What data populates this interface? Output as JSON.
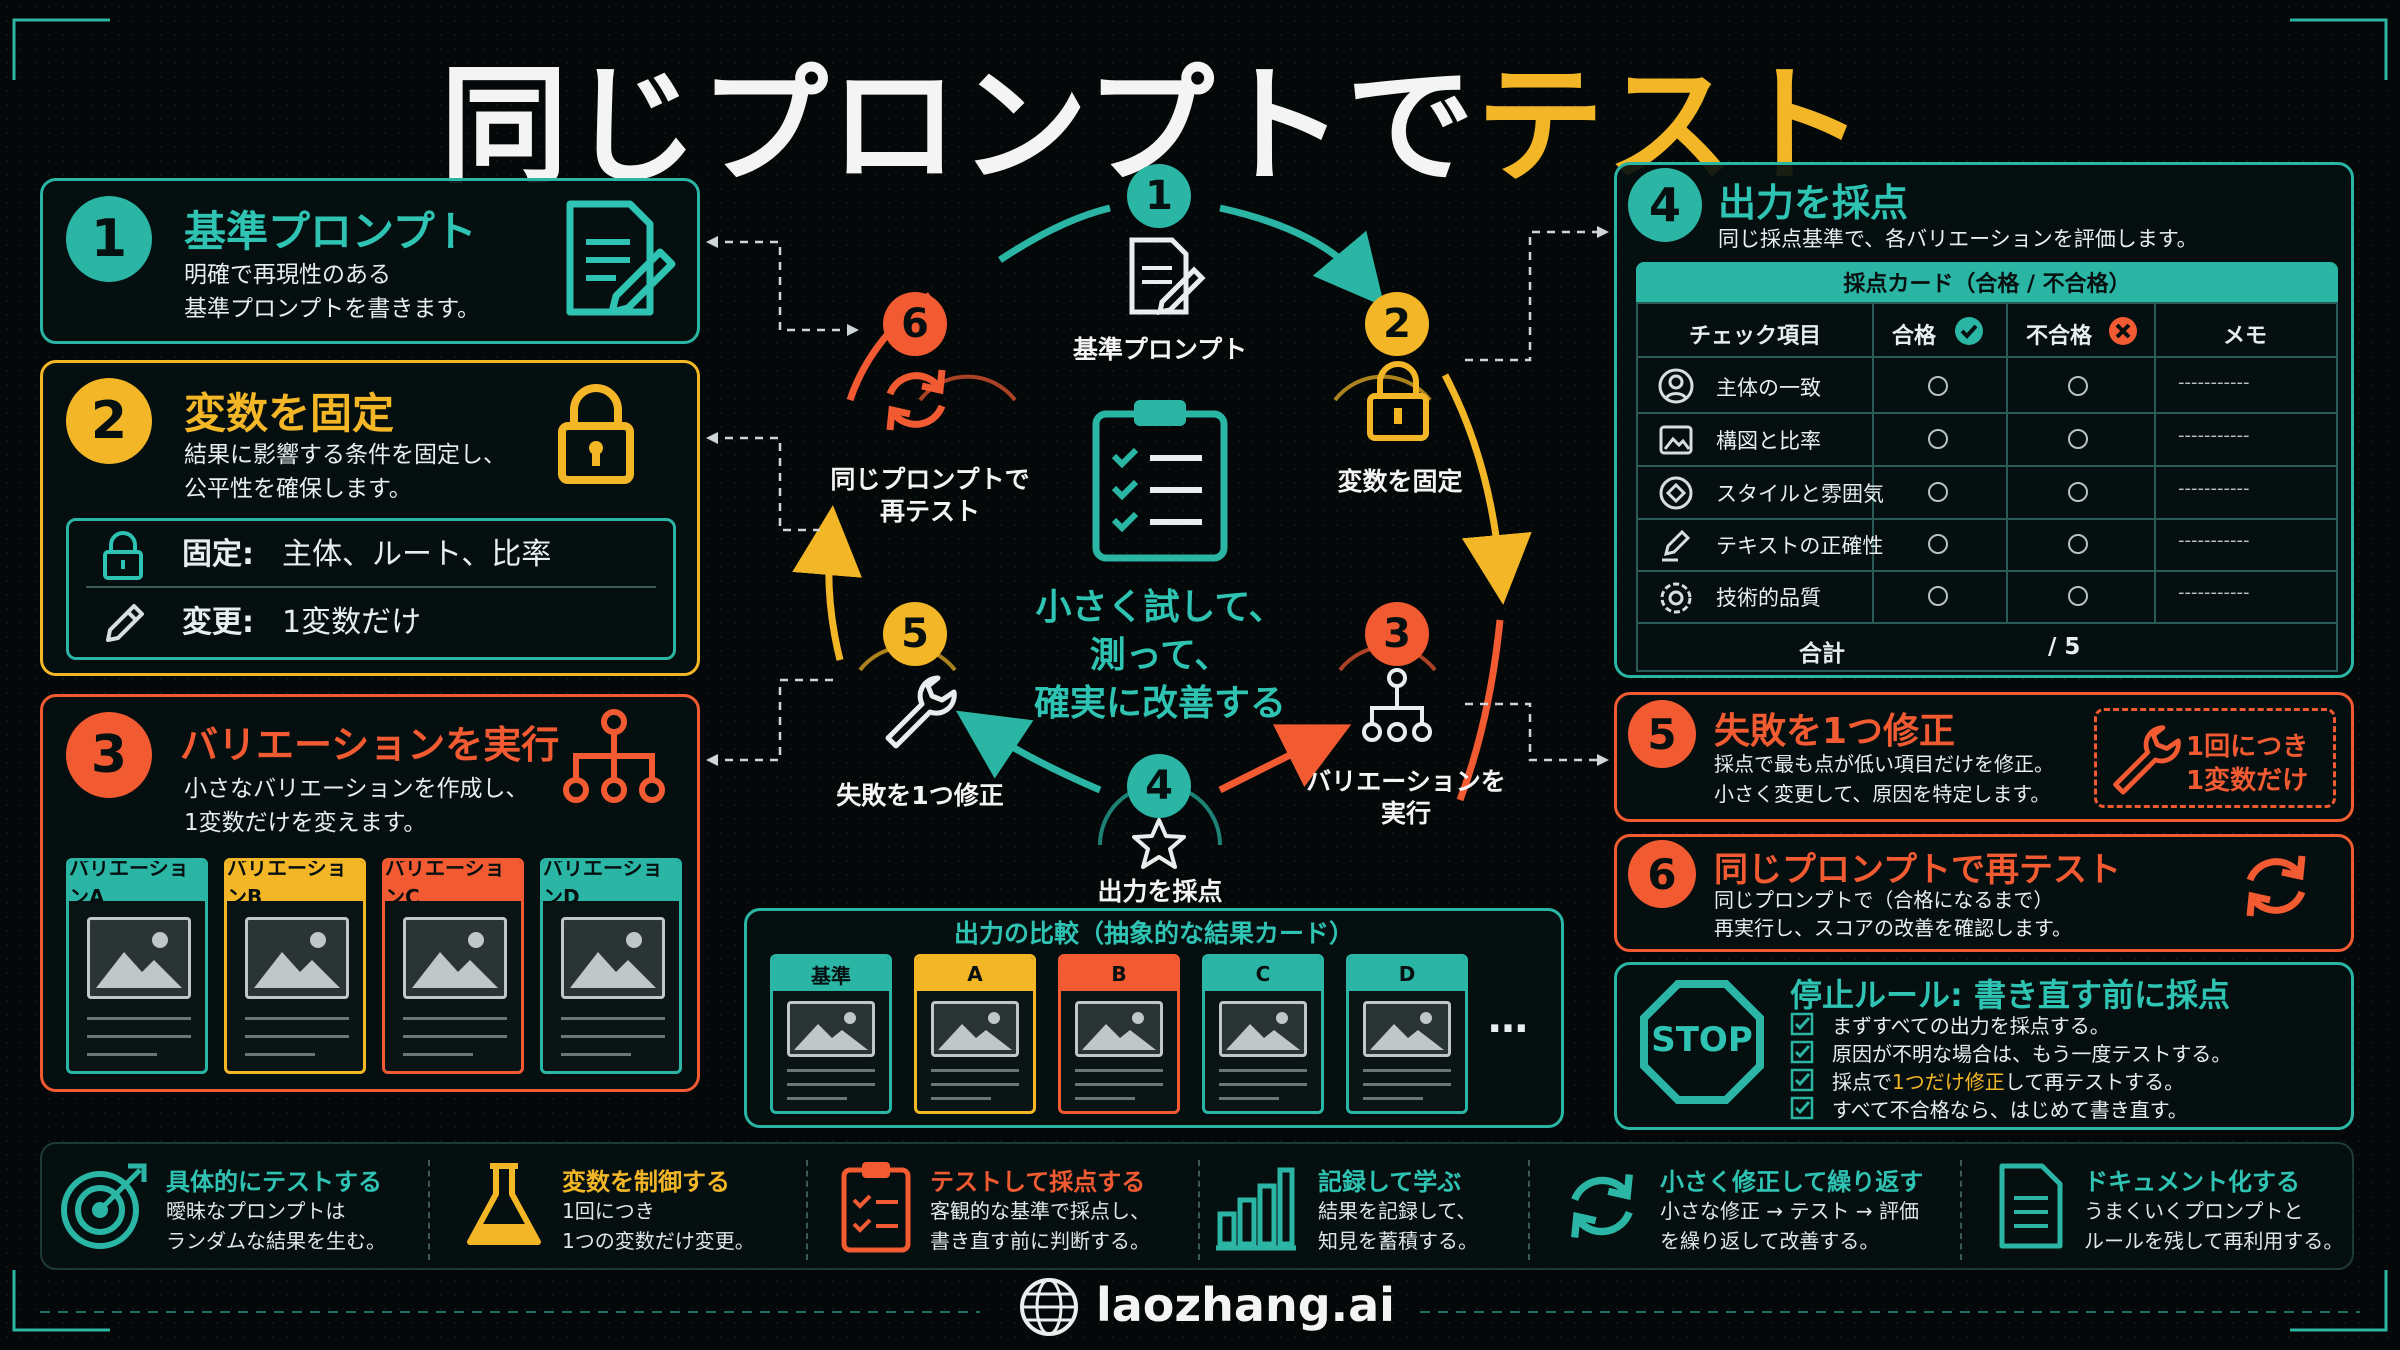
{
  "title": {
    "part1": "同じプロンプトで",
    "part2": "テスト"
  },
  "colors": {
    "teal": "#2ab5a5",
    "yellow": "#f2b626",
    "orange": "#f25a32",
    "background": "#050808"
  },
  "step1": {
    "num": "1",
    "title": "基準プロンプト",
    "desc1": "明確で再現性のある",
    "desc2": "基準プロンプトを書きます。",
    "icon": "document-pen-icon"
  },
  "step2": {
    "num": "2",
    "title": "変数を固定",
    "desc1": "結果に影響する条件を固定し、",
    "desc2": "公平性を確保します。",
    "icon": "lock-icon",
    "fixed_label": "固定:",
    "fixed_value": "主体、ルート、比率",
    "change_label": "変更:",
    "change_value": "1変数だけ"
  },
  "step3": {
    "num": "3",
    "title": "バリエーションを実行",
    "desc1": "小さなバリエーションを作成し、",
    "desc2": "1変数だけを変えます。",
    "icon": "branch-icon",
    "cards": [
      "バリエーションA",
      "バリエーションB",
      "バリエーションC",
      "バリエーションD"
    ]
  },
  "cycle": {
    "center1": "小さく試して、",
    "center2": "測って、",
    "center3": "確実に改善する",
    "n1": "1",
    "label1": "基準プロンプト",
    "n2": "2",
    "label2": "変数を固定",
    "n3": "3",
    "label3a": "バリエーションを",
    "label3b": "実行",
    "n4": "4",
    "label4": "出力を採点",
    "n5": "5",
    "label5": "失敗を1つ修正",
    "n6": "6",
    "label6a": "同じプロンプトで",
    "label6b": "再テスト"
  },
  "compare": {
    "title": "出力の比較（抽象的な結果カード）",
    "cards": [
      "基準",
      "A",
      "B",
      "C",
      "D"
    ],
    "more": "…"
  },
  "step4": {
    "num": "4",
    "title": "出力を採点",
    "desc": "同じ採点基準で、各バリエーションを評価します。",
    "card_title": "採点カード（合格 / 不合格）",
    "col_item": "チェック項目",
    "col_pass": "合格",
    "col_fail": "不合格",
    "col_memo": "メモ",
    "rows": [
      "主体の一致",
      "構図と比率",
      "スタイルと雰囲気",
      "テキストの正確性",
      "技術的品質"
    ],
    "memo": "-----------",
    "total_label": "合計",
    "total_value": "/ 5"
  },
  "step5": {
    "num": "5",
    "title": "失敗を1つ修正",
    "desc1": "採点で最も点が低い項目だけを修正。",
    "desc2": "小さく変更して、原因を特定します。",
    "badge1": "1回につき",
    "badge2": "1変数だけ"
  },
  "step6": {
    "num": "6",
    "title": "同じプロンプトで再テスト",
    "desc1": "同じプロンプトで（合格になるまで）",
    "desc2": "再実行し、スコアの改善を確認します。"
  },
  "stop": {
    "sign": "STOP",
    "title": "停止ルール: 書き直す前に採点",
    "r1": "まずすべての出力を採点する。",
    "r2": "原因が不明な場合は、もう一度テストする。",
    "r3a": "採点で",
    "r3b": "1つだけ修正",
    "r3c": "して再テストする。",
    "r4": "すべて不合格なら、はじめて書き直す。"
  },
  "tips": [
    {
      "title": "具体的にテストする",
      "d1": "曖昧なプロンプトは",
      "d2": "ランダムな結果を生む。"
    },
    {
      "title": "変数を制御する",
      "d1": "1回につき",
      "d2": "1つの変数だけ変更。"
    },
    {
      "title": "テストして採点する",
      "d1": "客観的な基準で採点し、",
      "d2": "書き直す前に判断する。"
    },
    {
      "title": "記録して学ぶ",
      "d1": "結果を記録して、",
      "d2": "知見を蓄積する。"
    },
    {
      "title": "小さく修正して繰り返す",
      "d1": "小さな修正 → テスト → 評価",
      "d2": "を繰り返して改善する。"
    },
    {
      "title": "ドキュメント化する",
      "d1": "うまくいくプロンプトと",
      "d2": "ルールを残して再利用する。"
    }
  ],
  "footer": {
    "brand": "laozhang.ai"
  }
}
